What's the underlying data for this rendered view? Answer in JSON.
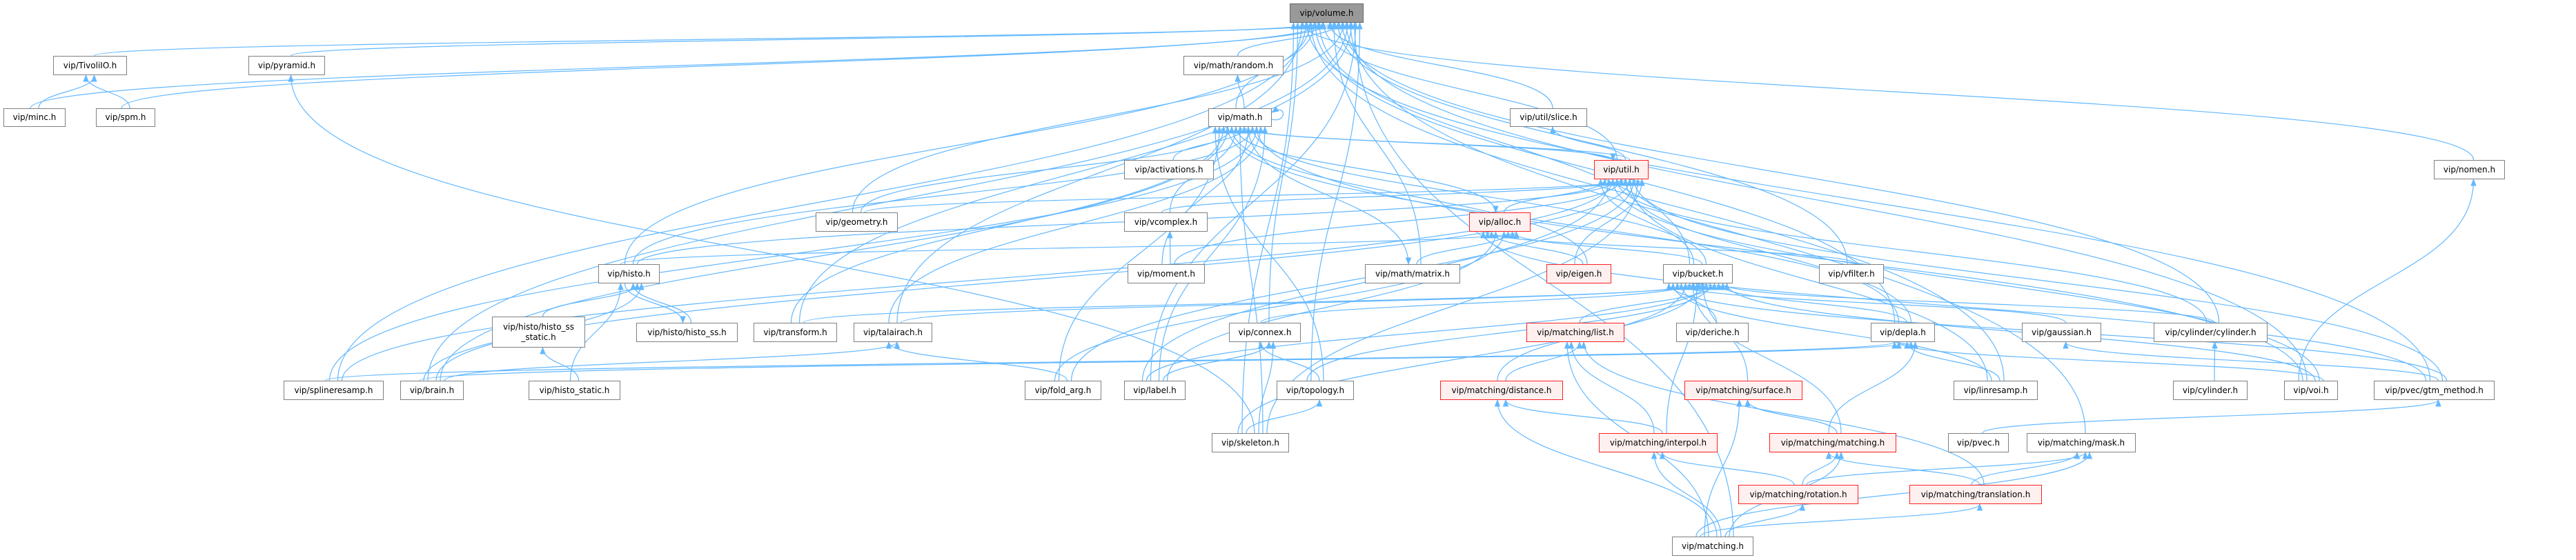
{
  "colors": {
    "edge": "#63b8ff",
    "root_fill": "#999999",
    "red_border": "#ff2020",
    "red_fill": "#fff0f0"
  },
  "nodes": [
    {
      "id": "volume",
      "label": "vip/volume.h",
      "kind": "root"
    },
    {
      "id": "TivoliIO",
      "label": "vip/TivoliIO.h",
      "kind": "normal"
    },
    {
      "id": "pyramid",
      "label": "vip/pyramid.h",
      "kind": "normal"
    },
    {
      "id": "random",
      "label": "vip/math/random.h",
      "kind": "normal"
    },
    {
      "id": "minc",
      "label": "vip/minc.h",
      "kind": "normal"
    },
    {
      "id": "spm",
      "label": "vip/spm.h",
      "kind": "normal"
    },
    {
      "id": "math",
      "label": "vip/math.h",
      "kind": "normal"
    },
    {
      "id": "slice",
      "label": "vip/util/slice.h",
      "kind": "normal"
    },
    {
      "id": "activations",
      "label": "vip/activations.h",
      "kind": "normal"
    },
    {
      "id": "util",
      "label": "vip/util.h",
      "kind": "red"
    },
    {
      "id": "nomen",
      "label": "vip/nomen.h",
      "kind": "normal"
    },
    {
      "id": "geometry",
      "label": "vip/geometry.h",
      "kind": "normal"
    },
    {
      "id": "vcomplex",
      "label": "vip/vcomplex.h",
      "kind": "normal"
    },
    {
      "id": "alloc",
      "label": "vip/alloc.h",
      "kind": "red"
    },
    {
      "id": "histo",
      "label": "vip/histo.h",
      "kind": "normal"
    },
    {
      "id": "moment",
      "label": "vip/moment.h",
      "kind": "normal"
    },
    {
      "id": "matrix",
      "label": "vip/math/matrix.h",
      "kind": "normal"
    },
    {
      "id": "eigen",
      "label": "vip/eigen.h",
      "kind": "red"
    },
    {
      "id": "bucket",
      "label": "vip/bucket.h",
      "kind": "normal"
    },
    {
      "id": "vfilter",
      "label": "vip/vfilter.h",
      "kind": "normal"
    },
    {
      "id": "histo_ss_static",
      "label": "vip/histo/histo_ss\n_static.h",
      "kind": "normal"
    },
    {
      "id": "histo_ss",
      "label": "vip/histo/histo_ss.h",
      "kind": "normal"
    },
    {
      "id": "transform",
      "label": "vip/transform.h",
      "kind": "normal"
    },
    {
      "id": "talairach",
      "label": "vip/talairach.h",
      "kind": "normal"
    },
    {
      "id": "connex",
      "label": "vip/connex.h",
      "kind": "normal"
    },
    {
      "id": "list",
      "label": "vip/matching/list.h",
      "kind": "red"
    },
    {
      "id": "deriche",
      "label": "vip/deriche.h",
      "kind": "normal"
    },
    {
      "id": "depla",
      "label": "vip/depla.h",
      "kind": "normal"
    },
    {
      "id": "gaussian",
      "label": "vip/gaussian.h",
      "kind": "normal"
    },
    {
      "id": "cyl_cyl",
      "label": "vip/cylinder/cylinder.h",
      "kind": "normal"
    },
    {
      "id": "splineresamp",
      "label": "vip/splineresamp.h",
      "kind": "normal"
    },
    {
      "id": "brain",
      "label": "vip/brain.h",
      "kind": "normal"
    },
    {
      "id": "histo_static",
      "label": "vip/histo_static.h",
      "kind": "normal"
    },
    {
      "id": "fold_arg",
      "label": "vip/fold_arg.h",
      "kind": "normal"
    },
    {
      "id": "label",
      "label": "vip/label.h",
      "kind": "normal"
    },
    {
      "id": "topology",
      "label": "vip/topology.h",
      "kind": "normal"
    },
    {
      "id": "distance",
      "label": "vip/matching/distance.h",
      "kind": "red"
    },
    {
      "id": "surface",
      "label": "vip/matching/surface.h",
      "kind": "red"
    },
    {
      "id": "linresamp",
      "label": "vip/linresamp.h",
      "kind": "normal"
    },
    {
      "id": "cylinder",
      "label": "vip/cylinder.h",
      "kind": "normal"
    },
    {
      "id": "voi",
      "label": "vip/voi.h",
      "kind": "normal"
    },
    {
      "id": "gtm",
      "label": "vip/pvec/gtm_method.h",
      "kind": "normal"
    },
    {
      "id": "skeleton",
      "label": "vip/skeleton.h",
      "kind": "normal"
    },
    {
      "id": "interpol",
      "label": "vip/matching/interpol.h",
      "kind": "red"
    },
    {
      "id": "mmatching",
      "label": "vip/matching/matching.h",
      "kind": "red"
    },
    {
      "id": "pvec",
      "label": "vip/pvec.h",
      "kind": "normal"
    },
    {
      "id": "mask",
      "label": "vip/matching/mask.h",
      "kind": "normal"
    },
    {
      "id": "rotation",
      "label": "vip/matching/rotation.h",
      "kind": "red"
    },
    {
      "id": "translation",
      "label": "vip/matching/translation.h",
      "kind": "red"
    },
    {
      "id": "matching",
      "label": "vip/matching.h",
      "kind": "normal"
    }
  ],
  "edges": [
    [
      "minc",
      "TivoliIO"
    ],
    [
      "spm",
      "TivoliIO"
    ],
    [
      "minc",
      "volume"
    ],
    [
      "spm",
      "volume"
    ],
    [
      "TivoliIO",
      "volume"
    ],
    [
      "pyramid",
      "volume"
    ],
    [
      "skeleton",
      "pyramid"
    ],
    [
      "random",
      "volume"
    ],
    [
      "math",
      "random"
    ],
    [
      "math",
      "volume"
    ],
    [
      "math",
      "math"
    ],
    [
      "activations",
      "math"
    ],
    [
      "vcomplex",
      "math"
    ],
    [
      "moment",
      "vcomplex"
    ],
    [
      "moment",
      "math"
    ],
    [
      "geometry",
      "math"
    ],
    [
      "geometry",
      "volume"
    ],
    [
      "geometry",
      "util"
    ],
    [
      "histo",
      "math"
    ],
    [
      "histo",
      "volume"
    ],
    [
      "histo",
      "util"
    ],
    [
      "histo_ss",
      "histo"
    ],
    [
      "histo",
      "histo_ss"
    ],
    [
      "histo_ss_static",
      "histo"
    ],
    [
      "histo_static",
      "histo_ss_static"
    ],
    [
      "histo_static",
      "histo"
    ],
    [
      "brain",
      "histo"
    ],
    [
      "brain",
      "volume"
    ],
    [
      "brain",
      "math"
    ],
    [
      "brain",
      "util"
    ],
    [
      "splineresamp",
      "volume"
    ],
    [
      "splineresamp",
      "math"
    ],
    [
      "splineresamp",
      "util"
    ],
    [
      "transform",
      "volume"
    ],
    [
      "transform",
      "math"
    ],
    [
      "transform",
      "bucket"
    ],
    [
      "talairach",
      "volume"
    ],
    [
      "talairach",
      "math"
    ],
    [
      "talairach",
      "bucket"
    ],
    [
      "brain",
      "talairach"
    ],
    [
      "fold_arg",
      "talairach"
    ],
    [
      "fold_arg",
      "math"
    ],
    [
      "fold_arg",
      "util"
    ],
    [
      "fold_arg",
      "alloc"
    ],
    [
      "label",
      "math"
    ],
    [
      "label",
      "volume"
    ],
    [
      "label",
      "connex"
    ],
    [
      "label",
      "bucket"
    ],
    [
      "label",
      "alloc"
    ],
    [
      "label",
      "util"
    ],
    [
      "connex",
      "volume"
    ],
    [
      "connex",
      "bucket"
    ],
    [
      "topology",
      "connex"
    ],
    [
      "topology",
      "volume"
    ],
    [
      "topology",
      "math"
    ],
    [
      "topology",
      "bucket"
    ],
    [
      "skeleton",
      "topology"
    ],
    [
      "skeleton",
      "connex"
    ],
    [
      "skeleton",
      "volume"
    ],
    [
      "skeleton",
      "math"
    ],
    [
      "skeleton",
      "bucket"
    ],
    [
      "skeleton",
      "util"
    ],
    [
      "slice",
      "volume"
    ],
    [
      "util",
      "slice"
    ],
    [
      "util",
      "volume"
    ],
    [
      "util",
      "math"
    ],
    [
      "math",
      "util"
    ],
    [
      "alloc",
      "util"
    ],
    [
      "math",
      "alloc"
    ],
    [
      "matrix",
      "alloc"
    ],
    [
      "math",
      "matrix"
    ],
    [
      "matrix",
      "volume"
    ],
    [
      "eigen",
      "alloc"
    ],
    [
      "eigen",
      "util"
    ],
    [
      "eigen",
      "math"
    ],
    [
      "bucket",
      "alloc"
    ],
    [
      "bucket",
      "util"
    ],
    [
      "bucket",
      "math"
    ],
    [
      "bucket",
      "volume"
    ],
    [
      "vfilter",
      "alloc"
    ],
    [
      "vfilter",
      "volume"
    ],
    [
      "vcomplex",
      "util"
    ],
    [
      "moment",
      "util"
    ],
    [
      "histo",
      "alloc"
    ],
    [
      "list",
      "bucket"
    ],
    [
      "deriche",
      "bucket"
    ],
    [
      "depla",
      "bucket"
    ],
    [
      "depla",
      "util"
    ],
    [
      "depla",
      "math"
    ],
    [
      "depla",
      "volume"
    ],
    [
      "gaussian",
      "bucket"
    ],
    [
      "cyl_cyl",
      "bucket"
    ],
    [
      "cyl_cyl",
      "util"
    ],
    [
      "cyl_cyl",
      "volume"
    ],
    [
      "cylinder",
      "cyl_cyl"
    ],
    [
      "linresamp",
      "depla"
    ],
    [
      "linresamp",
      "bucket"
    ],
    [
      "linresamp",
      "volume"
    ],
    [
      "linresamp",
      "util"
    ],
    [
      "voi",
      "bucket"
    ],
    [
      "voi",
      "volume"
    ],
    [
      "voi",
      "util"
    ],
    [
      "voi",
      "math"
    ],
    [
      "voi",
      "depla"
    ],
    [
      "voi",
      "nomen"
    ],
    [
      "gtm",
      "gaussian"
    ],
    [
      "gtm",
      "volume"
    ],
    [
      "gtm",
      "util"
    ],
    [
      "gtm",
      "alloc"
    ],
    [
      "gtm",
      "bucket"
    ],
    [
      "pvec",
      "gtm"
    ],
    [
      "mask",
      "volume"
    ],
    [
      "brain",
      "depla"
    ],
    [
      "splineresamp",
      "depla"
    ],
    [
      "nomen",
      "volume"
    ],
    [
      "distance",
      "list"
    ],
    [
      "distance",
      "bucket"
    ],
    [
      "interpol",
      "distance"
    ],
    [
      "interpol",
      "list"
    ],
    [
      "interpol",
      "bucket"
    ],
    [
      "surface",
      "bucket"
    ],
    [
      "mmatching",
      "surface"
    ],
    [
      "mmatching",
      "depla"
    ],
    [
      "mmatching",
      "bucket"
    ],
    [
      "rotation",
      "mmatching"
    ],
    [
      "rotation",
      "interpol"
    ],
    [
      "rotation",
      "mask"
    ],
    [
      "translation",
      "mmatching"
    ],
    [
      "translation",
      "mask"
    ],
    [
      "translation",
      "list"
    ],
    [
      "matching",
      "distance"
    ],
    [
      "matching",
      "list"
    ],
    [
      "matching",
      "interpol"
    ],
    [
      "matching",
      "surface"
    ],
    [
      "matching",
      "rotation"
    ],
    [
      "matching",
      "translation"
    ],
    [
      "matching",
      "mmatching"
    ],
    [
      "matching",
      "mask"
    ],
    [
      "matching",
      "volume"
    ]
  ]
}
